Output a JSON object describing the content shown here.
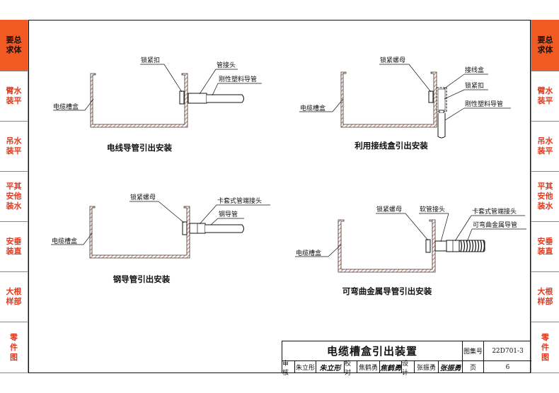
{
  "side_tabs": [
    {
      "label": "要总\n求体",
      "active": true
    },
    {
      "label": "臂水\n装平",
      "active": false
    },
    {
      "label": "吊水\n装平",
      "active": false
    },
    {
      "label": "平其\n安他\n装水",
      "active": false
    },
    {
      "label": "安垂\n装直",
      "active": false
    },
    {
      "label": "大根\n样部",
      "active": false
    },
    {
      "label": "零\n件\n图",
      "active": false
    }
  ],
  "figures": {
    "fig1": {
      "caption": "电线导管引出安装",
      "tray": "电缆槽盒",
      "callouts": [
        "锁紧扣",
        "管接头",
        "刚性塑料导管"
      ]
    },
    "fig2": {
      "caption": "利用接线盒引出安装",
      "tray": "电缆槽盒",
      "callouts": [
        "锁紧螺母",
        "接线盒",
        "锁紧扣",
        "刚性塑料导管"
      ]
    },
    "fig3": {
      "caption": "钢导管引出安装",
      "tray": "电缆槽盒",
      "callouts": [
        "锁紧螺母",
        "卡套式管端接头",
        "钢导管"
      ]
    },
    "fig4": {
      "caption": "可弯曲金属导管引出安装",
      "tray": "电缆槽盒",
      "callouts": [
        "锁紧螺母",
        "软管接头",
        "卡套式管端接头",
        "可弯曲金属导管"
      ]
    }
  },
  "title_block": {
    "title": "电缆槽盒引出装置",
    "atlas_label": "图集号",
    "atlas_no": "22D701-3",
    "page_label": "页",
    "page_no": "6",
    "review_label": "审核",
    "reviewer": "朱立彤",
    "reviewer_sig": "朱立形",
    "check_label": "校对",
    "checker": "焦鹤勇",
    "checker_sig": "焦鹤勇",
    "design_label": "设计",
    "designer": "张振勇",
    "designer_sig": "张振勇"
  },
  "colors": {
    "accent": "#f15a23",
    "tab_text": "#e03a1f",
    "hatch": "#c0583c"
  }
}
